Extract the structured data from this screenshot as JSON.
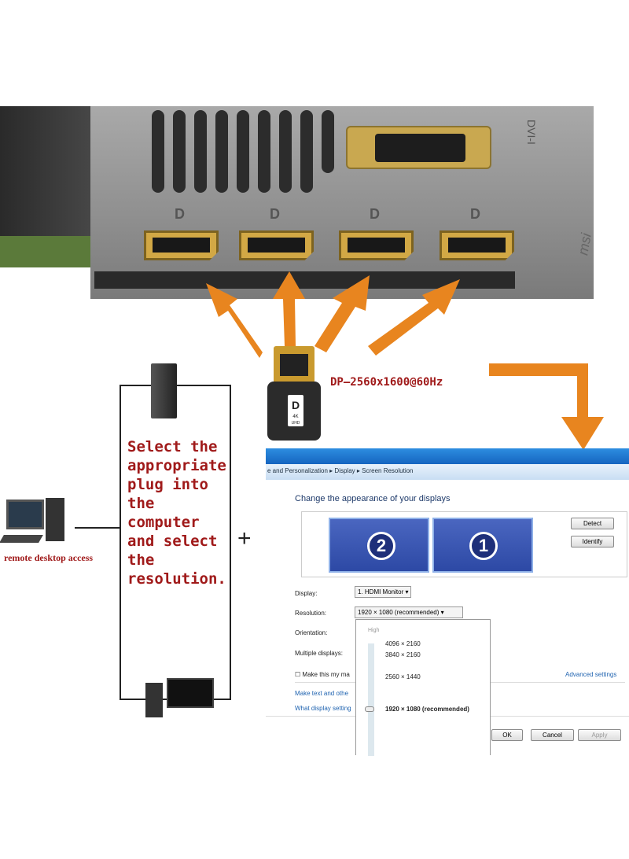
{
  "graphics_card": {
    "brand_mark": "msi",
    "port_label": "DVI-I",
    "dp_symbol": "D"
  },
  "adapter": {
    "logo": "D",
    "badge_top": "4K",
    "badge_bottom": "UHD"
  },
  "spec_text": "DP—2560x1600@60Hz",
  "instruction_text": [
    "Select the",
    "appropriate",
    "plug into",
    "the",
    "computer",
    "and select",
    "the",
    "resolution."
  ],
  "remote_label": "remote desktop access",
  "plus": "+",
  "window": {
    "breadcrumb": [
      "e and Personalization",
      "Display",
      "Screen Resolution"
    ],
    "heading": "Change the appearance of your displays",
    "monitors": [
      "2",
      "1"
    ],
    "detect": "Detect",
    "identify": "Identify",
    "display_label": "Display:",
    "display_value": "1. HDMI Monitor",
    "resolution_label": "Resolution:",
    "resolution_value": "1920 × 1080 (recommended)",
    "orientation_label": "Orientation:",
    "multiple_label": "Multiple displays:",
    "make_main": "Make this my ma",
    "advanced": "Advanced settings",
    "link1": "Make text and othe",
    "link2": "What display setting",
    "dropdown": {
      "high": "High",
      "options": [
        "4096 × 2160",
        "3840 × 2160",
        "2560 × 1440",
        "1920 × 1080 (recommended)"
      ]
    },
    "ok": "OK",
    "cancel": "Cancel",
    "apply": "Apply"
  },
  "colors": {
    "arrow": "#e8851f",
    "text_red": "#a01a1a",
    "gold": "#d2a845"
  }
}
